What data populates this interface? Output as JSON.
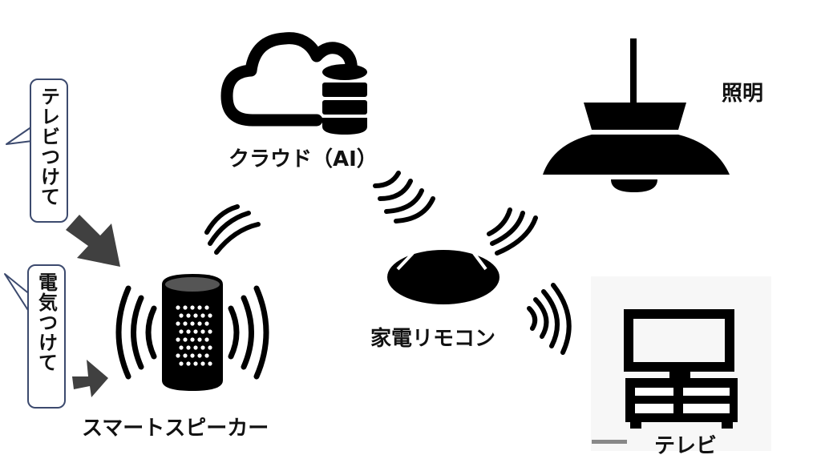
{
  "labels": {
    "cloud": "クラウド（AI）",
    "lighting": "照明",
    "remote": "家電リモコン",
    "speaker": "スマートスピーカー",
    "tv": "テレビ"
  },
  "bubbles": {
    "tv_command": "テレビつけて",
    "light_command": "電気つけて"
  },
  "icons": {
    "cloud": "cloud-database-icon",
    "lamp": "pendant-lamp-icon",
    "remote": "ir-remote-hub-icon",
    "speaker": "smart-speaker-icon",
    "tv": "television-icon"
  },
  "colors": {
    "icon": "#000000",
    "bubble_border": "#3c4a6e",
    "arrow": "#404040",
    "legend_line": "#888888"
  }
}
